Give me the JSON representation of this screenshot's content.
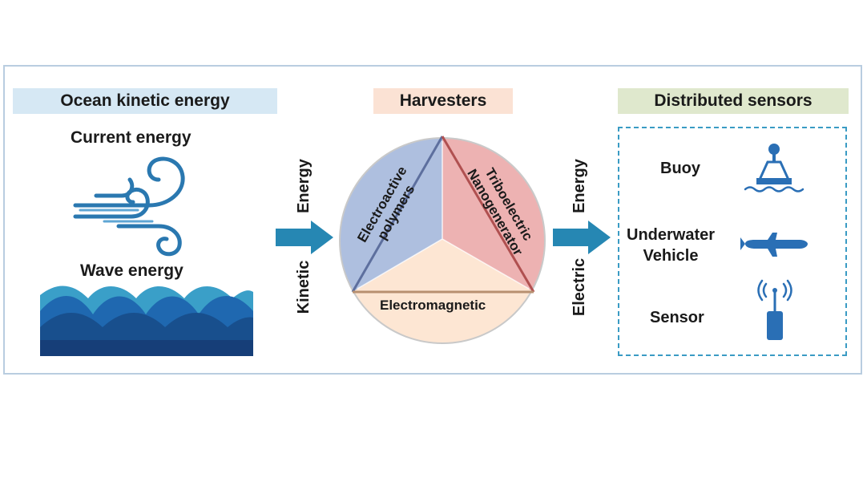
{
  "sections": {
    "ocean": {
      "header": "Ocean kinetic energy",
      "header_color": "#d6e8f4",
      "current_label": "Current energy",
      "wave_label": "Wave energy"
    },
    "harvesters": {
      "header": "Harvesters",
      "header_color": "#fbe2d4",
      "electroactive": [
        "Electroactive",
        "polymers"
      ],
      "triboelectric": [
        "Triboelectric",
        "Nanogenerator"
      ],
      "electromagnetic": "Electromagnetic",
      "colors": {
        "electroactive": "#aebfdf",
        "triboelectric": "#edb2b2",
        "electromagnetic": "#fde6d3"
      }
    },
    "sensors": {
      "header": "Distributed sensors",
      "header_color": "#dfe8cd",
      "items": [
        "Buoy",
        "Underwater Vehicle",
        "Sensor"
      ],
      "vehicle_lines": [
        "Underwater",
        "Vehicle"
      ]
    }
  },
  "arrows": {
    "left": {
      "top": "Energy",
      "bottom": "Kinetic"
    },
    "right": {
      "top": "Energy",
      "bottom": "Electric"
    },
    "color": "#2687b3"
  },
  "icons": [
    "wind-swirl-icon",
    "ocean-waves-icon",
    "buoy-icon",
    "underwater-vehicle-icon",
    "sensor-antenna-icon"
  ]
}
